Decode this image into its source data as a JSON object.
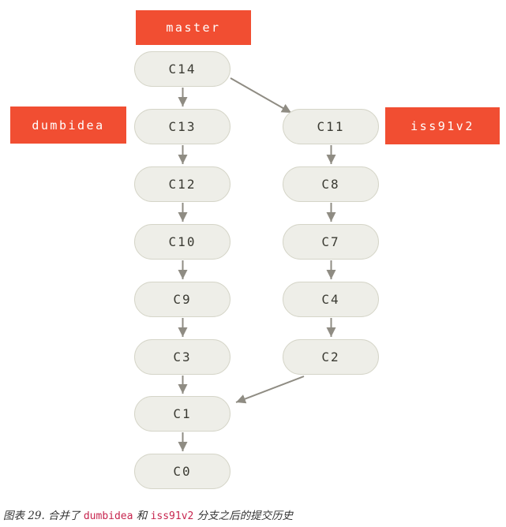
{
  "colors": {
    "accent": "#f14e32",
    "node_fill": "#eeeee8",
    "node_border": "#d5d5c8",
    "arrow": "#8f8c83",
    "node_text": "#3a3a32",
    "caption_text": "#333333",
    "caption_code": "#c7254e"
  },
  "labels": {
    "master": "master",
    "dumbidea": "dumbidea",
    "iss91v2": "iss91v2"
  },
  "graph": {
    "left_column": [
      "C14",
      "C13",
      "C12",
      "C10",
      "C9",
      "C3",
      "C1",
      "C0"
    ],
    "right_column": [
      "C11",
      "C8",
      "C7",
      "C4",
      "C2"
    ],
    "edges": [
      "C14→C13",
      "C13→C12",
      "C12→C10",
      "C10→C9",
      "C9→C3",
      "C3→C1",
      "C1→C0",
      "C14→C11",
      "C11→C8",
      "C8→C7",
      "C7→C4",
      "C4→C2",
      "C2→C1"
    ]
  },
  "caption": {
    "prefix": "图表 29. 合并了 ",
    "code1": "dumbidea",
    "middle": " 和 ",
    "code2": "iss91v2",
    "suffix": " 分支之后的提交历史"
  }
}
